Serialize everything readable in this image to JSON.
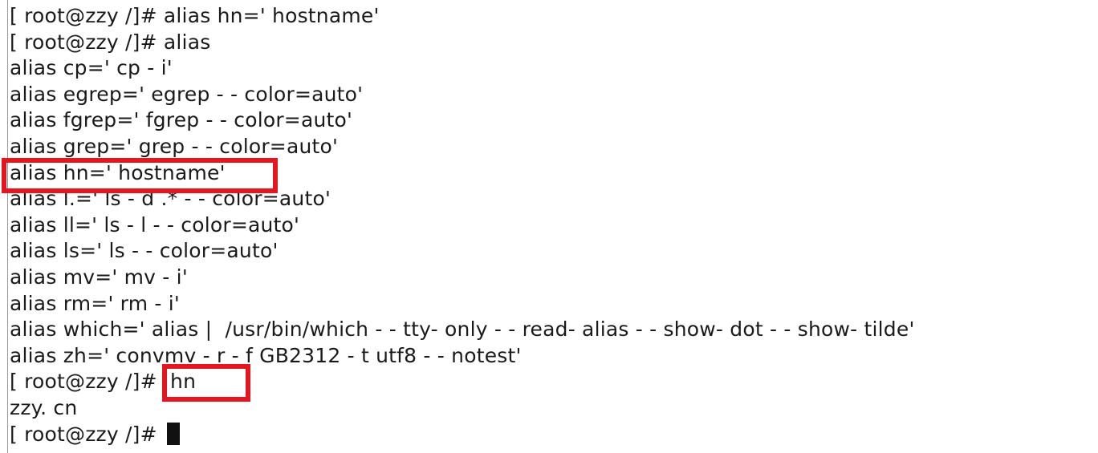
{
  "terminal": {
    "lines": [
      "[ root@zzy /]# alias hn=' hostname'",
      "[ root@zzy /]# alias",
      "alias cp=' cp - i'",
      "alias egrep=' egrep - - color=auto'",
      "alias fgrep=' fgrep - - color=auto'",
      "alias grep=' grep - - color=auto'",
      "alias hn=' hostname'",
      "alias l.=' ls - d .* - - color=auto'",
      "alias ll=' ls - l - - color=auto'",
      "alias ls=' ls - - color=auto'",
      "alias mv=' mv - i'",
      "alias rm=' rm - i'",
      "alias which=' alias |  /usr/bin/which - - tty- only - - read- alias - - show- dot - - show- tilde'",
      "alias zh=' convmv - r - f GB2312 - t utf8 - - notest'",
      "[ root@zzy /]#  hn",
      "zzy. cn",
      "[ root@zzy /]# "
    ]
  },
  "highlights": {
    "color": "#e4161f",
    "alias_line_index": 6,
    "command_line_index": 14
  }
}
